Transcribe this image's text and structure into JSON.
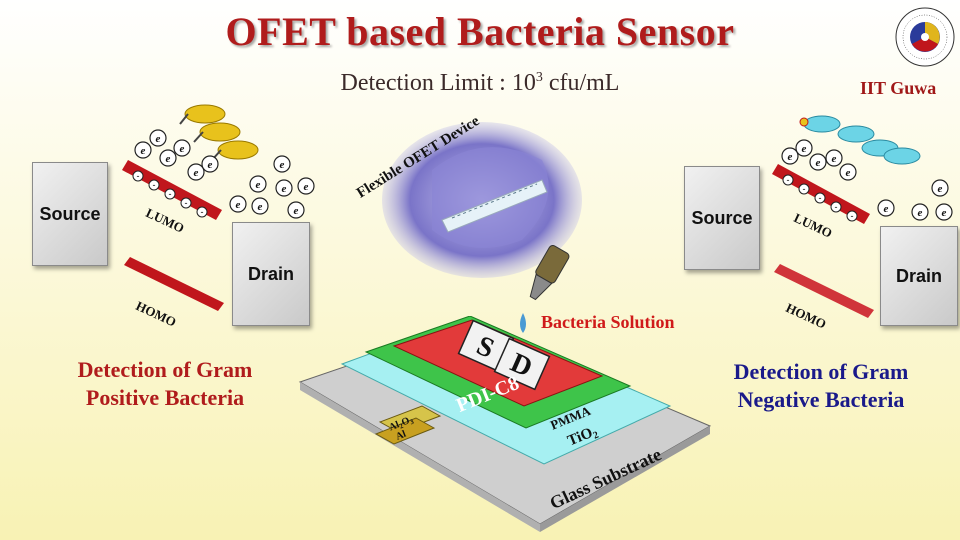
{
  "header": {
    "title": "OFET based Bacteria Sensor",
    "subtitle_prefix": "Detection Limit : 10",
    "subtitle_exp": "3",
    "subtitle_suffix": " cfu/mL",
    "institute": "IIT Guwa"
  },
  "left_panel": {
    "source": "Source",
    "drain": "Drain",
    "lumo": "LUMO",
    "homo": "HOMO",
    "caption_line1": "Detection of Gram",
    "caption_line2": "Positive Bacteria",
    "caption_color": "#b01c1c"
  },
  "right_panel": {
    "source": "Source",
    "drain": "Drain",
    "lumo": "LUMO",
    "homo": "HOMO",
    "caption_line1": "Detection of Gram",
    "caption_line2": "Negative Bacteria",
    "caption_color": "#1a1a8a"
  },
  "electron_symbol": "e",
  "minus_symbol": "-",
  "center": {
    "device_label": "Flexible OFET Device",
    "bacteria_solution": "Bacteria Solution",
    "electrode_s": "S",
    "electrode_d": "D",
    "layers": {
      "semiconductor": "PDI-C8",
      "pmma": "PMMA",
      "tio2_base": "TiO",
      "tio2_sub": "2",
      "al2o3_a": "Al",
      "al2o3_sub1": "2",
      "al2o3_b": "O",
      "al2o3_sub2": "3",
      "al": "Al",
      "substrate": "Glass Substrate"
    }
  },
  "colors": {
    "title": "#b01c1c",
    "band": "#c0161c",
    "pdi": "#e23a3a",
    "pmma": "#3ec44a",
    "tio2": "#a6f0f2",
    "glass": "#d4d4d4",
    "bacteria_positive": "#e8c21c",
    "bacteria_negative": "#6cd4e6"
  }
}
